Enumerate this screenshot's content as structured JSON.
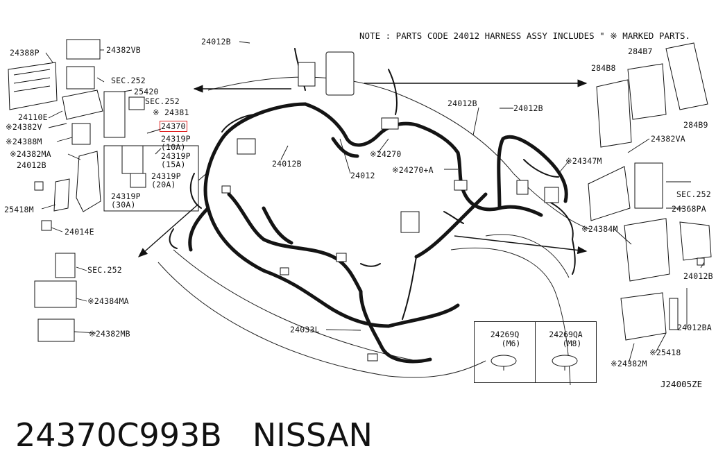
{
  "note": "NOTE : PARTS CODE 24012 HARNESS ASSY INCLUDES \" ※ MARKED PARTS.",
  "reference_code": "J24005ZE",
  "caption": {
    "part_number": "24370C993B",
    "brand": "NISSAN"
  },
  "labels": {
    "l24388P": "24388P",
    "l24382VB": "24382VB",
    "l24012B_top": "24012B",
    "lSEC252_a": "SEC.252",
    "l25420": "25420",
    "lSEC252_b": "SEC.252",
    "l24110E": "24110E",
    "l24382V": "※24382V",
    "l24381": "※ 24381",
    "l24370": "24370",
    "l24388M": "※24388M",
    "l24319P_10": "24319P",
    "l10A": "(10A)",
    "l24319P_15": "24319P",
    "l15A": "(15A)",
    "l24382MA": "※24382MA",
    "l24012B_left": "24012B",
    "l24319P_20": "24319P",
    "l20A": "(20A)",
    "l24319P_30": "24319P",
    "l30A": "(30A)",
    "l25418M": "25418M",
    "l24014E": "24014E",
    "lSEC252_c": "SEC.252",
    "l24384MA": "※24384MA",
    "l24382MB": "※24382MB",
    "l24012B_mid": "24012B",
    "l24012": "24012",
    "l24270": "※24270",
    "l24012B_c1": "24012B",
    "l24012B_c2": "24012B",
    "l24270A": "※24270+A",
    "l24347M": "※24347M",
    "l24033L": "24033L",
    "l28487": "284B7",
    "l28488": "284B8",
    "l28489": "284B9",
    "l24382VA": "24382VA",
    "lSEC252_d": "SEC.252",
    "l24368PA": "24368PA",
    "l24384M": "※24384M",
    "l24012B_right": "24012B",
    "l24012BA": "24012BA",
    "l25418": "※25418",
    "l24382M": "※24382M"
  },
  "clips": [
    {
      "part": "24269Q",
      "size": "(M6)"
    },
    {
      "part": "24269QA",
      "size": "(M8)"
    }
  ]
}
